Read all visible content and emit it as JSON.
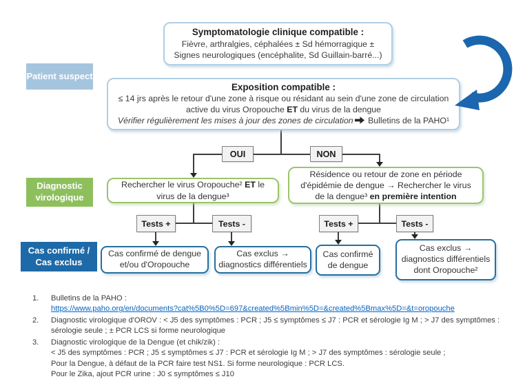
{
  "colors": {
    "accent_blue": "#1e6aa8",
    "light_blue_border": "#afcee4",
    "patient_label_bg": "#a5c4de",
    "green_label_bg": "#8ebf5d",
    "green_border": "#9bc46a",
    "outcome_border": "#246e9e",
    "node_bg": "#f2f2f2",
    "link_color": "#0563c1",
    "loop_arrow_color": "#1b66ae"
  },
  "icons": {
    "exposition_arrow": "heavy-right-arrow",
    "loop_arrow": "curved-loop-arrow"
  },
  "flowchart": {
    "stage_labels": {
      "patient": "Patient suspect",
      "diagnostic": "Diagnostic virologique",
      "cas": "Cas confirmé / Cas exclus"
    },
    "symptoms_box": {
      "title": "Symptomatologie clinique compatible :",
      "line1": "Fièvre, arthralgies, céphalées ± Sd hémorragique ±",
      "line2": "Signes neurologiques (encéphalite, Sd Guillain-barré...)"
    },
    "exposition_box": {
      "title": "Exposition compatible :",
      "line1": "≤ 14 jrs après le retour d'une zone à risque ou résidant au sein d'une zone de circulation",
      "line2_pre": "active du virus Oropouche ",
      "line2_bold": "ET",
      "line2_post": " du virus de la dengue",
      "line3_italic": "Vérifier régulièrement  les mises à jour des zones de circulation",
      "line3_post": " Bulletins de la PAHO¹"
    },
    "branch": {
      "yes": "OUI",
      "no": "NON"
    },
    "left_search_box": {
      "pre": "Rechercher le virus Oropouche² ",
      "bold": "ET",
      "post": " le virus de la dengue³"
    },
    "right_search_box": {
      "pre": "Résidence ou retour de zone en période d'épidémie de dengue → Rechercher le virus de la dengue³ ",
      "bold": "en première intention"
    },
    "tests": {
      "plus": "Tests +",
      "minus": "Tests -"
    },
    "outcomes": [
      {
        "text": "Cas confirmé de dengue\net/ou d'Oropouche"
      },
      {
        "text": "Cas exclus →\ndiagnostics différentiels"
      },
      {
        "text": "Cas confirmé\nde dengue"
      },
      {
        "text": "Cas exclus →\ndiagnostics différentiels\ndont Oropouche²"
      }
    ]
  },
  "footnotes": {
    "items": [
      {
        "num": "1.",
        "text": "Bulletins de la PAHO :",
        "link": "https://www.paho.org/en/documents?cat%5B0%5D=697&created%5Bmin%5D=&created%5Bmax%5D=&t=oropouche"
      },
      {
        "num": "2.",
        "text": "Diagnostic virologique d'OROV : < J5 des symptômes : PCR ; J5 ≤ symptômes ≤ J7 : PCR et sérologie Ig M ; > J7 des symptômes :\nsérologie seule ; ± PCR LCS si forme neurologique"
      },
      {
        "num": "3.",
        "text": "Diagnostic virologique de la Dengue (et chik/zik) :\n< J5 des symptômes : PCR ; J5 ≤ symptômes ≤ J7 : PCR et sérologie Ig M ; > J7 des symptômes : sérologie seule ;\nPour la Dengue, à défaut de la PCR faire test NS1. Si forme neurologique : PCR LCS.\nPour le Zika, ajout PCR urine : J0 ≤ symptômes ≤ J10"
      }
    ]
  }
}
